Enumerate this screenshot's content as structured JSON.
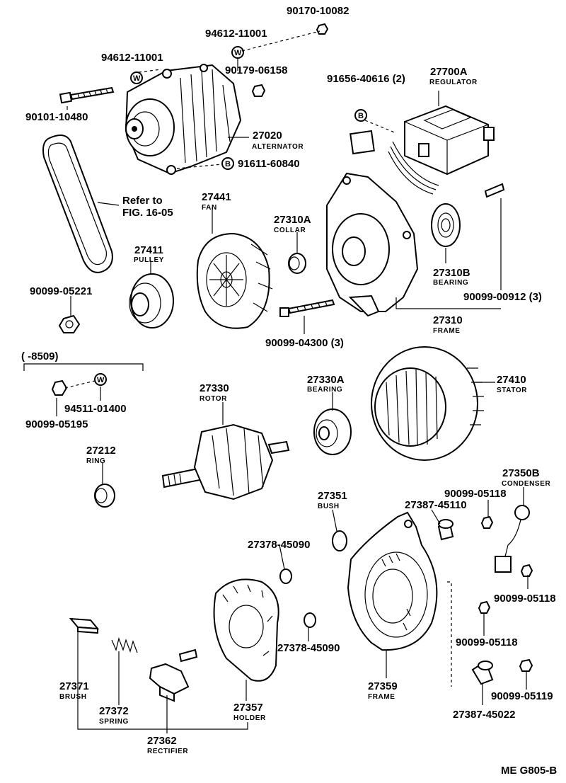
{
  "labels": {
    "nut_top": "90170-10082",
    "washer_a": "94612-11001",
    "washer_b": "94612-11001",
    "nut_90179": "90179-06158",
    "screw_91656": "91656-40616 (2)",
    "regulator_num": "27700A",
    "regulator_name": "REGULATOR",
    "bolt_90101": "90101-10480",
    "alternator_num": "27020",
    "alternator_name": "ALTERNATOR",
    "bolt_91611": "91611-60840",
    "refer_line1": "Refer to",
    "refer_line2": "FIG. 16-05",
    "fan_num": "27441",
    "fan_name": "FAN",
    "collar_num": "27310A",
    "collar_name": "COLLAR",
    "pulley_num": "27411",
    "pulley_name": "PULLEY",
    "bearing_b_num": "27310B",
    "bearing_b_name": "BEARING",
    "nut_05221": "90099-05221",
    "screw_00912": "90099-00912 (3)",
    "frame_num": "27310",
    "frame_name": "FRAME",
    "bolt_04300": "90099-04300 (3)",
    "date_range": "(         -8509)",
    "washer_94511": "94511-01400",
    "nut_05195": "90099-05195",
    "bearing_a_num": "27330A",
    "bearing_a_name": "BEARING",
    "rotor_num": "27330",
    "rotor_name": "ROTOR",
    "stator_num": "27410",
    "stator_name": "STATOR",
    "ring_num": "27212",
    "ring_name": "RING",
    "condenser_num": "27350B",
    "condenser_name": "CONDENSER",
    "nut_05118_a": "90099-05118",
    "bush_num": "27351",
    "bush_name": "BUSH",
    "insul_45110": "27387-45110",
    "insul_45090_a": "27378-45090",
    "nut_05118_b": "90099-05118",
    "insul_45090_b": "27378-45090",
    "nut_05118_c": "90099-05118",
    "frame2_num": "27359",
    "frame2_name": "FRAME",
    "nut_05119": "90099-05119",
    "brush_num": "27371",
    "brush_name": "BRUSH",
    "spring_num": "27372",
    "spring_name": "SPRING",
    "holder_num": "27357",
    "holder_name": "HOLDER",
    "terminal_45022": "27387-45022",
    "rectifier_num": "27362",
    "rectifier_name": "RECTIFIER",
    "figure_code": "ME G805-B"
  },
  "markers": {
    "washer_symbol": "W",
    "bolt_symbol": "B"
  }
}
